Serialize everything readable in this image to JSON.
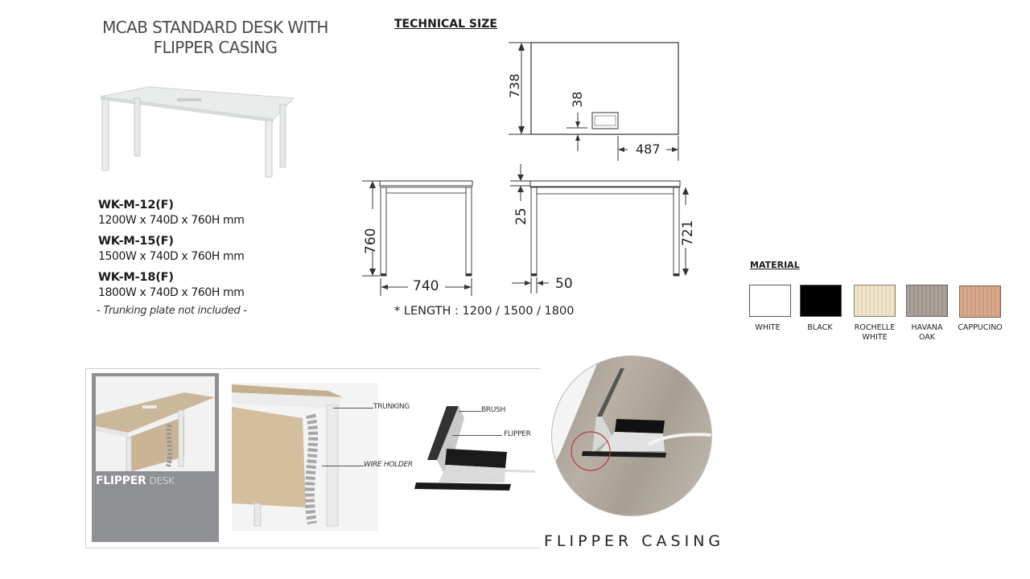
{
  "product": {
    "title_line1": "MCAB STANDARD DESK WITH",
    "title_line2": "FLIPPER CASING",
    "models": [
      {
        "code": "WK-M-12(F)",
        "size": "1200W x 740D x 760H mm"
      },
      {
        "code": "WK-M-15(F)",
        "size": "1500W x 740D x 760H mm"
      },
      {
        "code": "WK-M-18(F)",
        "size": "1800W x 740D x 760H mm"
      }
    ],
    "note": "- Trunking plate not included -"
  },
  "technical": {
    "heading": "TECHNICAL SIZE",
    "top_view": {
      "depth": "738",
      "casing_offset": "38",
      "casing_position": "487"
    },
    "side_view": {
      "height": "760",
      "depth": "740"
    },
    "front_view": {
      "top_thickness": "25",
      "leg_height": "721",
      "leg_width": "50"
    },
    "length_note": "* LENGTH : 1200 / 1500 / 1800"
  },
  "material": {
    "heading": "MATERIAL",
    "swatches": [
      {
        "label": "WHITE",
        "label2": "",
        "color": "#ffffff"
      },
      {
        "label": "BLACK",
        "label2": "",
        "color": "#000000"
      },
      {
        "label": "ROCHELLE",
        "label2": "WHITE",
        "color": "#eadfc6"
      },
      {
        "label": "HAVANA",
        "label2": "OAK",
        "color": "#a99d98"
      },
      {
        "label": "CAPPUCINO",
        "label2": "",
        "color": "#d6a88a"
      }
    ]
  },
  "photos": {
    "flipper_desk_bold": "FLIPPER",
    "flipper_desk_light": "DESK",
    "callouts": {
      "trunking": "TRUNKING",
      "wire_holder": "WIRE HOLDER",
      "brush": "BRUSH",
      "flipper": "FLIPPER"
    },
    "flipper_casing": "FLIPPER CASING"
  }
}
